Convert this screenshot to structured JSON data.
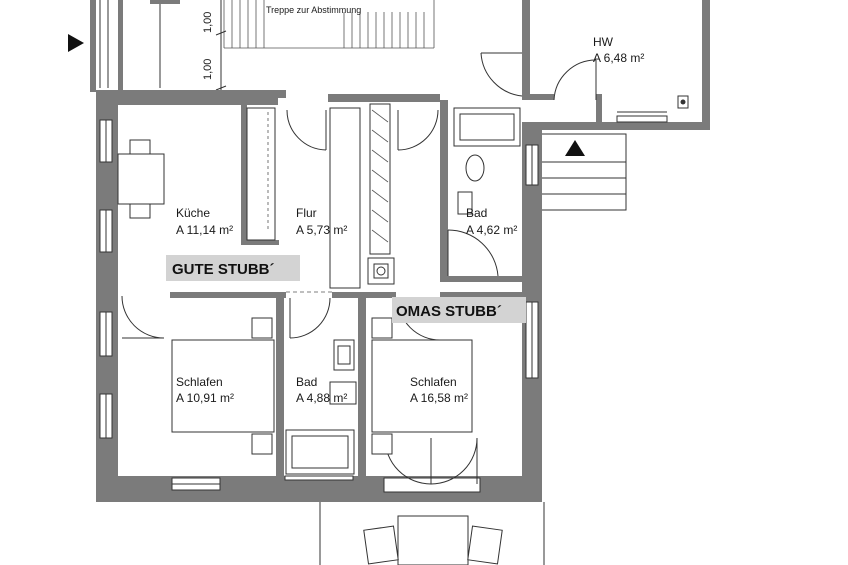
{
  "rooms": {
    "kueche": {
      "name": "Küche",
      "area": "A 11,14 m²"
    },
    "flur": {
      "name": "Flur",
      "area": "A 5,73 m²"
    },
    "bad_ost": {
      "name": "Bad",
      "area": "A 4,62 m²"
    },
    "hw": {
      "name": "HW",
      "area": "A 6,48 m²"
    },
    "schlafen_west": {
      "name": "Schlafen",
      "area": "A 10,91 m²"
    },
    "bad_mitte": {
      "name": "Bad",
      "area": "A 4,88 m²"
    },
    "schlafen_ost": {
      "name": "Schlafen",
      "area": "A 16,58 m²"
    }
  },
  "tags": {
    "gute_stubb": "GUTE STUBB´",
    "omas_stubb": "OMAS STUBB´"
  },
  "stair_note": "Treppe zur Abstimmung",
  "dimensions": [
    "1,00",
    "1,00"
  ],
  "colors": {
    "wall": "#7b7b7b",
    "tag_fill": "#d3d3d3",
    "line": "#333333"
  }
}
